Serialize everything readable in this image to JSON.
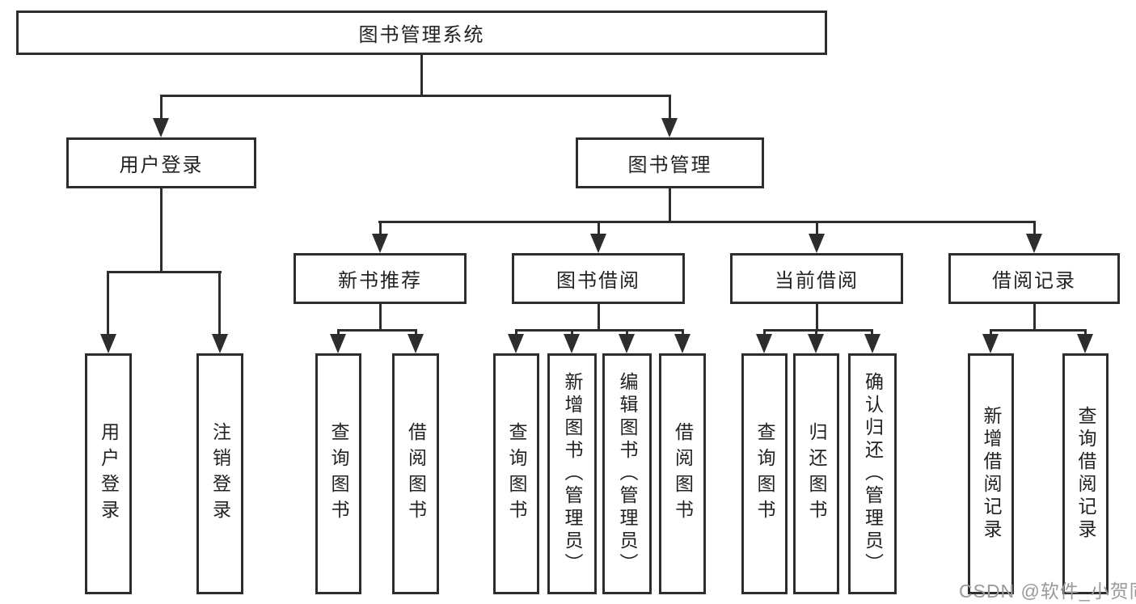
{
  "colors": {
    "line": "#2d2d2d",
    "text": "#222222",
    "bg": "#ffffff",
    "watermark": "#9a9a9a"
  },
  "watermark": {
    "text": "CSDN @软件_小贺同学"
  },
  "tree": {
    "root": {
      "label": "图书管理系统",
      "children": [
        {
          "label": "用户登录",
          "children": [
            {
              "label": "用户登录"
            },
            {
              "label": "注销登录"
            }
          ]
        },
        {
          "label": "图书管理",
          "children": [
            {
              "label": "新书推荐",
              "children": [
                {
                  "label": "查询图书"
                },
                {
                  "label": "借阅图书"
                }
              ]
            },
            {
              "label": "图书借阅",
              "children": [
                {
                  "label": "查询图书"
                },
                {
                  "label": "新增图书（管理员）"
                },
                {
                  "label": "编辑图书（管理员）"
                },
                {
                  "label": "借阅图书"
                }
              ]
            },
            {
              "label": "当前借阅",
              "children": [
                {
                  "label": "查询图书"
                },
                {
                  "label": "归还图书"
                },
                {
                  "label": "确认归还（管理员）"
                }
              ]
            },
            {
              "label": "借阅记录",
              "children": [
                {
                  "label": "新增借阅记录"
                },
                {
                  "label": "查询借阅记录"
                }
              ]
            }
          ]
        }
      ]
    }
  }
}
